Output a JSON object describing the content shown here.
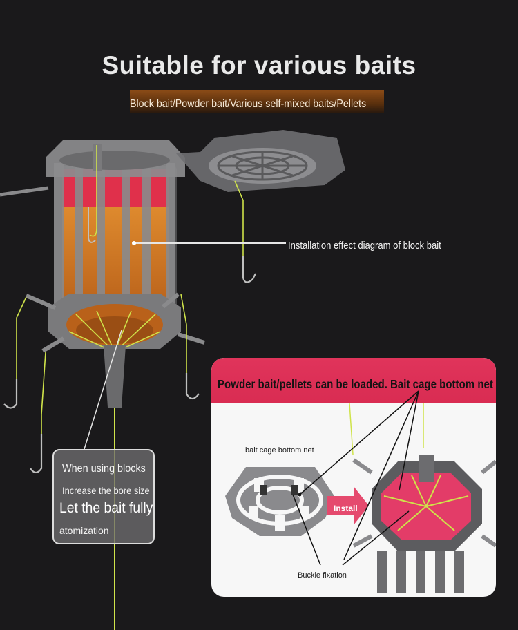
{
  "title": "Suitable for various baits",
  "subtitle": "Block bait/Powder bait/Various self-mixed baits/Pellets",
  "callouts": {
    "block_install": "Installation effect diagram of block bait"
  },
  "blocks_note": {
    "line1": "When using blocks",
    "line2": "Increase the bore size",
    "line3": "Let the bait fully",
    "line4": "atomization"
  },
  "powder_panel": {
    "heading": "Powder bait/pellets can be loaded. Bait cage bottom net",
    "net_label": "bait cage bottom net",
    "install_label": "Install",
    "buckle_label": "Buckle fixation"
  },
  "colors": {
    "background": "#1a191b",
    "accent_red": "#d92c52",
    "bait_orange": "#d5781f",
    "line_yellow": "#cfe34a",
    "cage_gray": "#6e6e70"
  }
}
